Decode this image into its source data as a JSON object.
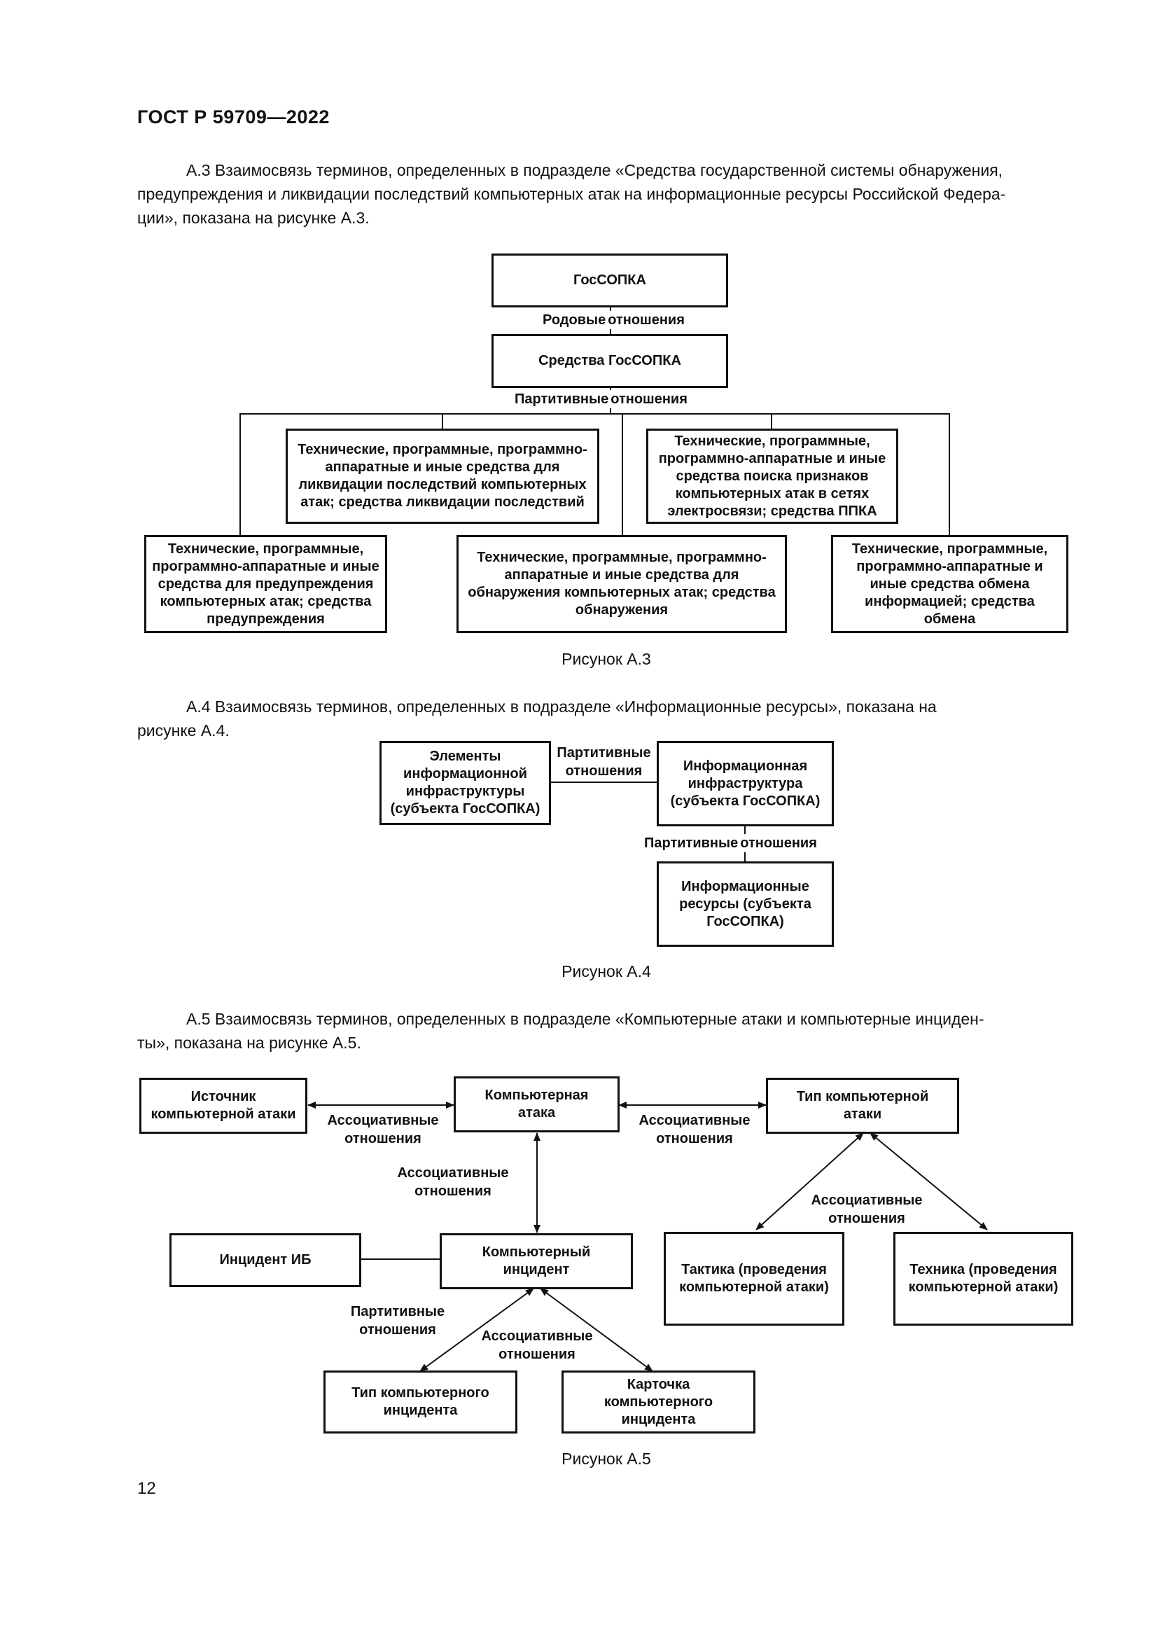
{
  "header": "ГОСТ Р 59709—2022",
  "paragraphs": {
    "a3": [
      "А.3 Взаимосвязь терминов, определенных в подразделе «Средства государственной системы обнаружения,",
      "предупреждения и ликвидации последствий компьютерных атак на информационные ресурсы Российской Федера-",
      "ции», показана на рисунке А.3."
    ],
    "a4": [
      "А.4 Взаимосвязь терминов, определенных в подразделе «Информационные ресурсы», показана на",
      "рисунке А.4."
    ],
    "a5": [
      "А.5 Взаимосвязь терминов, определенных в подразделе «Компьютерные атаки и компьютерные инциден-",
      "ты», показана на рисунке А.5."
    ]
  },
  "fig3": {
    "caption": "Рисунок А.3",
    "root": "ГосСОПКА",
    "rel1": [
      "Родовые",
      "отношения"
    ],
    "means": "Средства ГосСОПКА",
    "rel2": [
      "Партитивные",
      "отношения"
    ],
    "liquidation": [
      "Технические, программные, программно-",
      "аппаратные и иные средства для",
      "ликвидации последствий компьютерных",
      "атак; средства ликвидации последствий"
    ],
    "search": [
      "Технические, программные,",
      "программно-аппаратные и иные",
      "средства поиска признаков",
      "компьютерных атак в сетях",
      "электросвязи; средства ППКА"
    ],
    "warning": [
      "Технические, программные,",
      "программно-аппаратные и иные",
      "средства для предупреждения",
      "компьютерных атак; средства",
      "предупреждения"
    ],
    "detection": [
      "Технические, программные, программно-",
      "аппаратные и иные средства для",
      "обнаружения компьютерных атак; средства",
      "обнаружения"
    ],
    "exchange": [
      "Технические, программные,",
      "программно-аппаратные и",
      "иные средства обмена",
      "информацией; средства",
      "обмена"
    ]
  },
  "fig4": {
    "caption": "Рисунок А.4",
    "elements": [
      "Элементы",
      "информационной",
      "инфраструктуры",
      "(субъекта ГосСОПКА)"
    ],
    "rel_h": [
      "Партитивные",
      "отношения"
    ],
    "infra": [
      "Информационная",
      "инфраструктура",
      "(субъекта ГосСОПКА)"
    ],
    "rel_v": [
      "Партитивные",
      "отношения"
    ],
    "resources": [
      "Информационные",
      "ресурсы (субъекта",
      "ГосСОПКА)"
    ]
  },
  "fig5": {
    "caption": "Рисунок А.5",
    "source": [
      "Источник",
      "компьютерной атаки"
    ],
    "attack": [
      "Компьютерная",
      "атака"
    ],
    "attack_type": [
      "Тип компьютерной",
      "атаки"
    ],
    "incident_ib": "Инцидент ИБ",
    "incident": [
      "Компьютерный",
      "инцидент"
    ],
    "tactics": [
      "Тактика (проведения",
      "компьютерной атаки)"
    ],
    "technique": [
      "Техника (проведения",
      "компьютерной атаки)"
    ],
    "incident_type": [
      "Тип компьютерного",
      "инцидента"
    ],
    "card": [
      "Карточка",
      "компьютерного",
      "инцидента"
    ],
    "assoc1": [
      "Ассоциативные",
      "отношения"
    ],
    "assoc2": [
      "Ассоциативные",
      "отношения"
    ],
    "assoc3": [
      "Ассоциативные",
      "отношения"
    ],
    "assoc4": [
      "Ассоциативные",
      "отношения"
    ],
    "partitive": [
      "Партитивные",
      "отношения"
    ],
    "assoc5": [
      "Ассоциативные",
      "отношения"
    ]
  },
  "page_number": "12"
}
